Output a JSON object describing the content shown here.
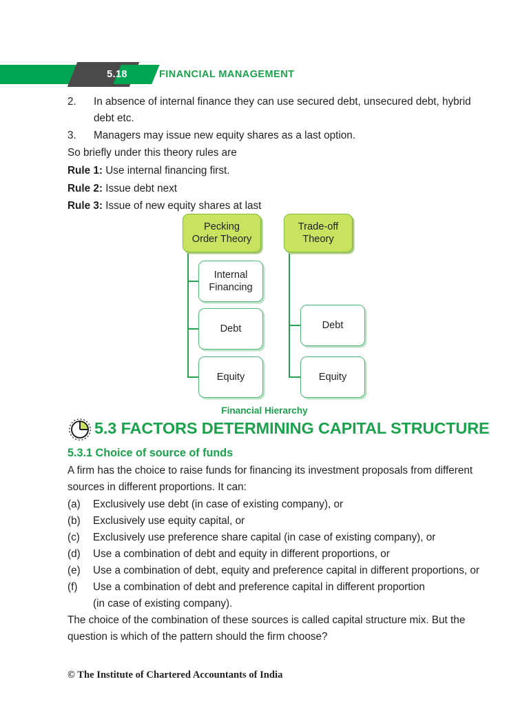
{
  "header": {
    "page_number": "5.18",
    "chapter_title": "FINANCIAL MANAGEMENT",
    "green": "#00a651",
    "dark": "#4a4a4a",
    "title_color": "#1aa24c"
  },
  "body_top": {
    "numbered_items": [
      {
        "marker": "2.",
        "text": "In absence of internal finance they can use secured debt, unsecured debt, hybrid debt etc."
      },
      {
        "marker": "3.",
        "text": "Managers may issue new equity shares as a last option."
      }
    ],
    "intro": "So briefly under this theory rules are",
    "rules": [
      {
        "label": "Rule 1:",
        "text": " Use internal financing first."
      },
      {
        "label": "Rule 2:",
        "text": " Issue debt next"
      },
      {
        "label": "Rule 3:",
        "text": " Issue of new equity shares at last"
      }
    ]
  },
  "diagram": {
    "caption": "Financial Hierarchy",
    "head_fill": "#c8e360",
    "connector_color": "#23a14e",
    "left_branch": {
      "head": "Pecking\nOrder Theory",
      "head_line1": "Pecking",
      "head_line2": "Order Theory",
      "nodes": [
        "Internal Financing",
        "Debt",
        "Equity"
      ],
      "node1_line1": "Internal",
      "node1_line2": "Financing"
    },
    "right_branch": {
      "head_line1": "Trade-off",
      "head_line2": "Theory",
      "nodes": [
        "Debt",
        "Equity"
      ]
    }
  },
  "section": {
    "heading": "5.3 FACTORS DETERMINING CAPITAL STRUCTURE",
    "subheading": "5.3.1 Choice of source of funds",
    "icon": "pie-chart-icon",
    "color": "#1aa24c"
  },
  "body_bottom": {
    "lead": "A firm has the choice to raise funds for financing its investment proposals from different sources in different proportions. It can:",
    "items": [
      {
        "marker": "(a)",
        "text": "Exclusively use debt (in case of existing company), or"
      },
      {
        "marker": "(b)",
        "text": "Exclusively use equity capital, or"
      },
      {
        "marker": "(c)",
        "text": "Exclusively use preference share capital (in case of existing company), or"
      },
      {
        "marker": "(d)",
        "text": "Use a combination of debt and equity in different proportions, or"
      },
      {
        "marker": "(e)",
        "text": "Use a combination of debt, equity and preference capital in different proportions, or"
      },
      {
        "marker": "(f)",
        "text": "Use a combination of debt and preference capital in different proportion"
      },
      {
        "marker": "",
        "text": "(in case of existing company)."
      }
    ],
    "closing": "The choice of the combination of these sources is called capital structure mix. But the question is which of the pattern should the firm choose?"
  },
  "footer": {
    "text": "© The Institute of Chartered Accountants of India"
  }
}
